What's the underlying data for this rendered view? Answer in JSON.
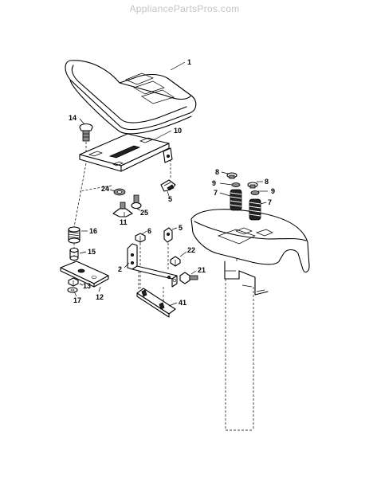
{
  "watermark": "AppliancePartsPros.com",
  "callouts": {
    "seat": "1",
    "seat_pan": "10",
    "bolt_14": "14",
    "washer_24": "24",
    "bolt_25": "25",
    "knob_11": "11",
    "clip_5_upper": "5",
    "spring_16": "16",
    "bushing_15": "15",
    "bracket_12": "12",
    "nut_13": "13",
    "washer_17": "17",
    "nut_6": "6",
    "clip_5_lower": "5",
    "hinge_2": "2",
    "nut_22": "22",
    "bolt_21": "21",
    "plate_41": "41",
    "cap_8_left": "8",
    "cap_8_right": "8",
    "washer_9_left": "9",
    "washer_9_right": "9",
    "spring_7_left": "7",
    "spring_7_right": "7"
  }
}
